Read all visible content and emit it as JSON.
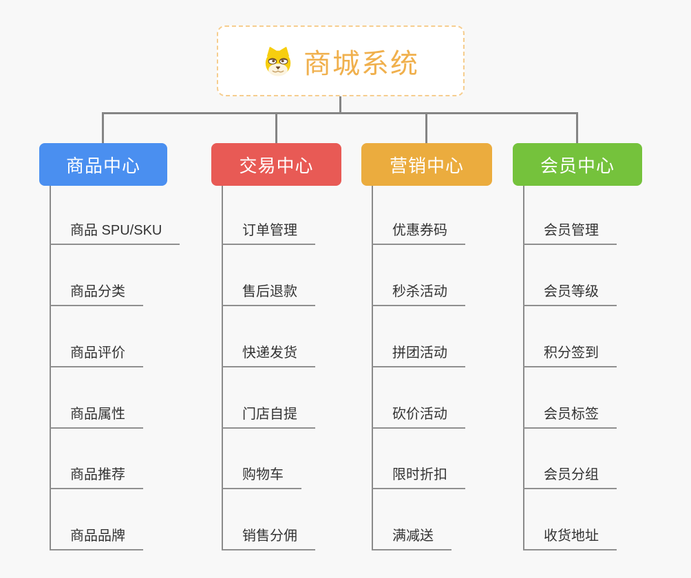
{
  "root": {
    "title": "商城系统",
    "icon": "shiba-dog-icon"
  },
  "branches": [
    {
      "label": "商品中心",
      "color": "#4A8FF0",
      "children": [
        "商品 SPU/SKU",
        "商品分类",
        "商品评价",
        "商品属性",
        "商品推荐",
        "商品品牌"
      ]
    },
    {
      "label": "交易中心",
      "color": "#E85A55",
      "children": [
        "订单管理",
        "售后退款",
        "快递发货",
        "门店自提",
        "购物车",
        "销售分佣"
      ]
    },
    {
      "label": "营销中心",
      "color": "#EBAC3E",
      "children": [
        "优惠券码",
        "秒杀活动",
        "拼团活动",
        "砍价活动",
        "限时折扣",
        "满减送"
      ]
    },
    {
      "label": "会员中心",
      "color": "#75C23C",
      "children": [
        "会员管理",
        "会员等级",
        "积分签到",
        "会员标签",
        "会员分组",
        "收货地址"
      ]
    }
  ],
  "colors": {
    "background": "#F8F8F8",
    "connector": "#858585",
    "underline": "#8F8F8F",
    "item_text": "#333333",
    "root_accent": "#F0B04D",
    "root_border": "#F6CD8E",
    "header_text": "#FFFFFF"
  }
}
